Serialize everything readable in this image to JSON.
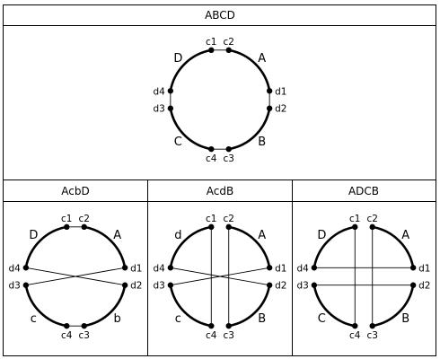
{
  "panels": [
    {
      "title": "ABCD",
      "arcs": [
        "A",
        "B",
        "C",
        "D"
      ],
      "points": [
        "c1",
        "c2",
        "d1",
        "d2",
        "c3",
        "c4",
        "d3",
        "d4"
      ],
      "connections": [
        [
          "c1",
          "c2"
        ],
        [
          "d1",
          "d2"
        ],
        [
          "c3",
          "c4"
        ],
        [
          "d3",
          "d4"
        ]
      ]
    },
    {
      "title": "AcbD",
      "arcs": [
        "A",
        "b",
        "c",
        "D"
      ],
      "points": [
        "c1",
        "c2",
        "d1",
        "d2",
        "c3",
        "c4",
        "d3",
        "d4"
      ],
      "connections": [
        [
          "c1",
          "c2"
        ],
        [
          "c3",
          "c4"
        ],
        [
          "d4",
          "d2"
        ],
        [
          "d3",
          "d1"
        ]
      ]
    },
    {
      "title": "AcdB",
      "arcs": [
        "A",
        "B",
        "c",
        "d"
      ],
      "points": [
        "c1",
        "c2",
        "d1",
        "d2",
        "c3",
        "c4",
        "d3",
        "d4"
      ],
      "connections": [
        [
          "c1",
          "c4"
        ],
        [
          "c2",
          "c3"
        ],
        [
          "d4",
          "d2"
        ],
        [
          "d3",
          "d1"
        ]
      ]
    },
    {
      "title": "ADCB",
      "arcs": [
        "A",
        "B",
        "C",
        "D"
      ],
      "points": [
        "c1",
        "c2",
        "d1",
        "d2",
        "c3",
        "c4",
        "d3",
        "d4"
      ],
      "connections": [
        [
          "c1",
          "c4"
        ],
        [
          "c2",
          "c3"
        ],
        [
          "d4",
          "d1"
        ],
        [
          "d3",
          "d2"
        ]
      ]
    }
  ]
}
